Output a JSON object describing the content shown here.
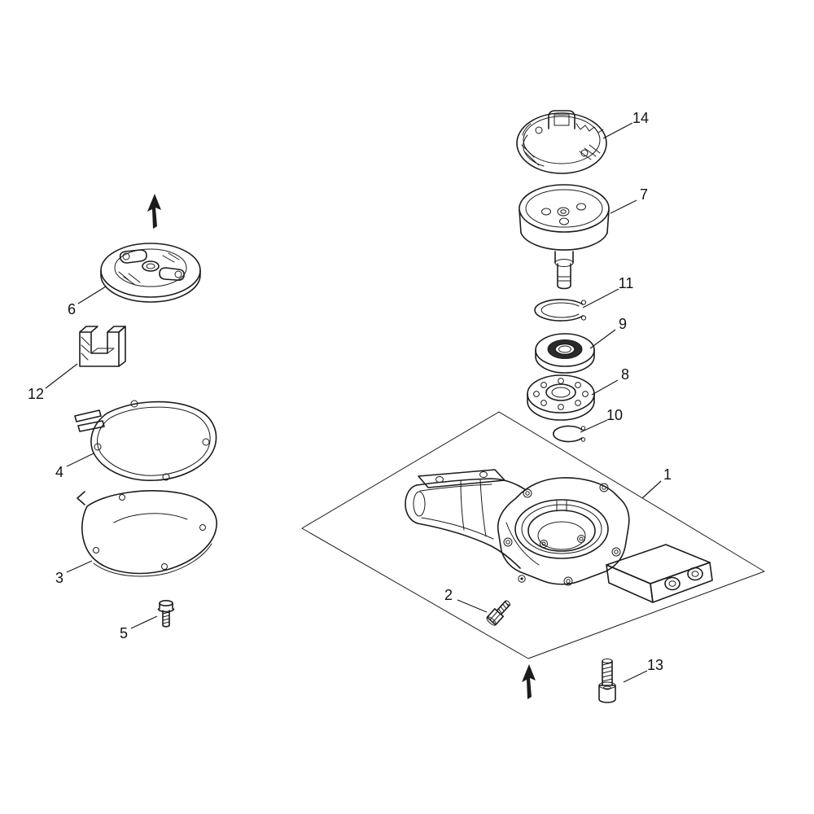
{
  "diagram": {
    "type": "exploded-parts-diagram",
    "background": "#ffffff",
    "line_color": "#1c1c1c",
    "callouts": [
      {
        "label": "14"
      },
      {
        "label": "7"
      },
      {
        "label": "11"
      },
      {
        "label": "9"
      },
      {
        "label": "8"
      },
      {
        "label": "10"
      },
      {
        "label": "1"
      },
      {
        "label": "2"
      },
      {
        "label": "13"
      },
      {
        "label": "6"
      },
      {
        "label": "12"
      },
      {
        "label": "4"
      },
      {
        "label": "3"
      },
      {
        "label": "5"
      }
    ]
  }
}
